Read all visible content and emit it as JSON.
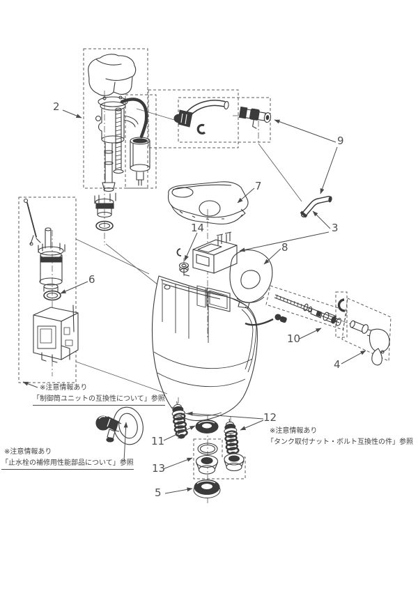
{
  "figure": {
    "background": "#ffffff",
    "stroke_color": "#3a3a3a",
    "dark_fill": "#3b3b3b",
    "label_color": "#4f4f4f",
    "part_numbers": [
      "2",
      "9",
      "7",
      "3",
      "14",
      "8",
      "6",
      "10",
      "4",
      "11",
      "12",
      "13",
      "5"
    ],
    "notes": [
      {
        "line1": "※注意情報あり",
        "line2": "「制御筒ユニットの互換性について」参照"
      },
      {
        "line1": "※注意情報あり",
        "line2": "「止水栓の補修用性能部品について」参照"
      },
      {
        "line1": "※注意情報あり",
        "line2": "「タンク取付ナット・ボルト互換性の件」参照"
      }
    ]
  }
}
